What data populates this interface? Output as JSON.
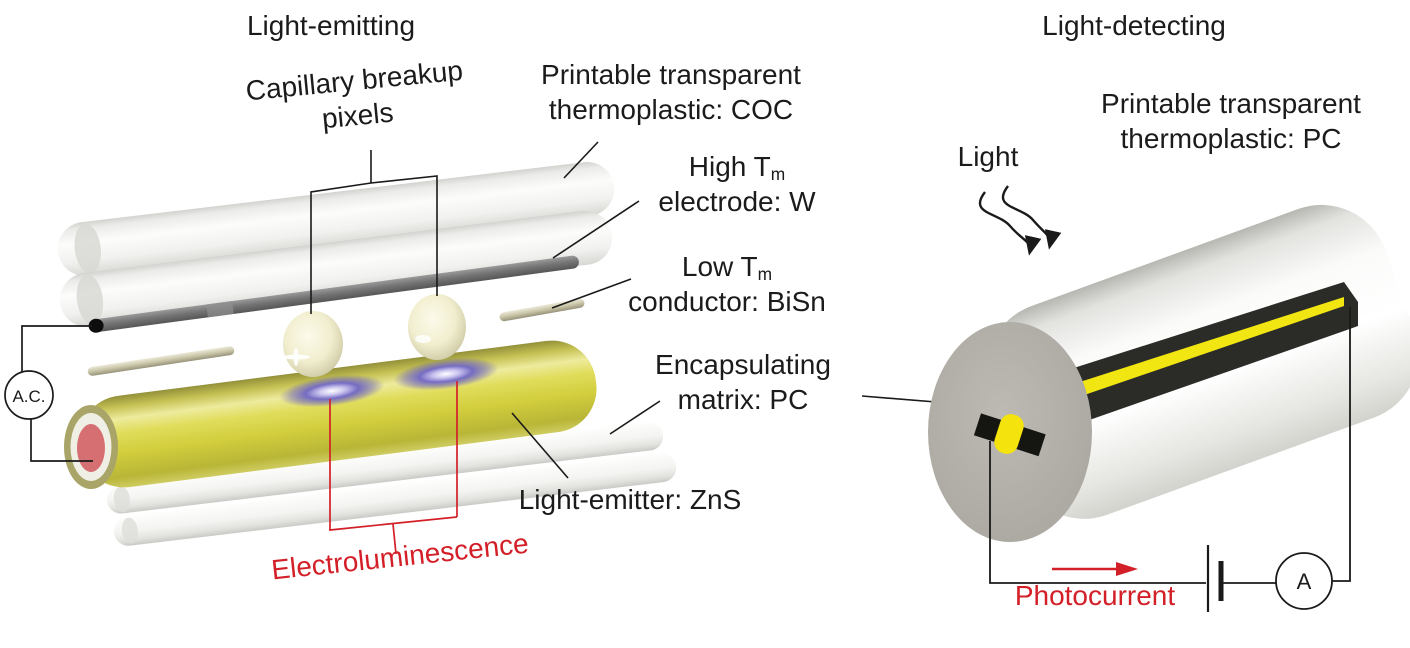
{
  "figure": {
    "left_panel": {
      "title": "Light-emitting",
      "labels": {
        "capillary_pixels": {
          "line1": "Capillary breakup",
          "line2": "pixels"
        },
        "thermoplastic_coc": {
          "line1": "Printable transparent",
          "line2": "thermoplastic: COC"
        },
        "electrode_w": {
          "line1_pre": "High T",
          "line1_sub": "m",
          "line2": "electrode: W"
        },
        "conductor_bisn": {
          "line1_pre": "Low T",
          "line1_sub": "m",
          "line2": "conductor: BiSn"
        },
        "matrix_pc": {
          "line1": "Encapsulating",
          "line2": "matrix: PC"
        },
        "emitter_zns": "Light-emitter: ZnS",
        "electroluminescence": "Electroluminescence",
        "ac_source": "A.C."
      }
    },
    "right_panel": {
      "title": "Light-detecting",
      "labels": {
        "thermoplastic_pc": {
          "line1": "Printable transparent",
          "line2": "thermoplastic: PC"
        },
        "light": "Light",
        "photocurrent": "Photocurrent",
        "ammeter": "A"
      }
    },
    "colors": {
      "background": "#ffffff",
      "label_text": "#1b1b1b",
      "annotation_red": "#d32028",
      "zns_yellow": "#d2ce3d",
      "electroluminescence_glow": "#6e65bb",
      "tungsten_gray": "#6e6e6e",
      "bisn_tan": "#c9c5a8",
      "coc_shell_white": "#f4f4f2",
      "pc_face_gray": "#b3b1a9",
      "photodiode_yellow": "#f2e614",
      "electrode_black": "#26262a",
      "fiber_core_red": "#d66f72"
    }
  }
}
